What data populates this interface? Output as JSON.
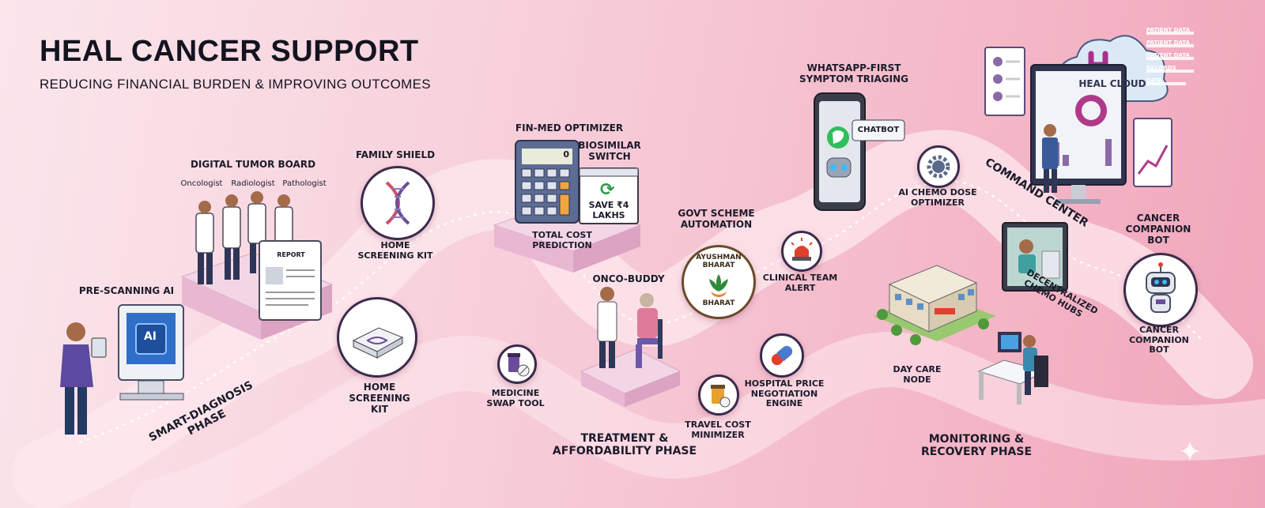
{
  "header": {
    "title": "HEAL CANCER SUPPORT",
    "subtitle": "REDUCING FINANCIAL BURDEN & IMPROVING OUTCOMES"
  },
  "phases": {
    "diagnosis": "SMART-DIAGNOSIS PHASE",
    "treatment": "TREATMENT & AFFORDABILITY PHASE",
    "monitoring": "MONITORING & RECOVERY PHASE"
  },
  "nodes": {
    "pre_scanning": "PRE-SCANNING AI",
    "monitor_ai": "AI",
    "tumor_board": "DIGITAL TUMOR BOARD",
    "roles": [
      "Oncologist",
      "Radiologist",
      "Pathologist"
    ],
    "report_label": "REPORT",
    "family_shield": "FAMILY SHIELD",
    "home_kit_top": "HOME SCREENING KIT",
    "home_kit_bottom": "HOME SCREENING KIT",
    "fin_med": "FIN-MED OPTIMIZER",
    "calc_display": "0",
    "biosimilar": "BIOSIMILAR SWITCH",
    "save_amount": "SAVE ₹4 LAKHS",
    "total_cost": "TOTAL COST PREDICTION",
    "medicine_swap": "MEDICINE SWAP TOOL",
    "onco_buddy": "ONCO-BUDDY",
    "govt_scheme": "GOVT SCHEME AUTOMATION",
    "ayushman": "AYUSHMAN BHARAT",
    "ayushman_bottom": "BHARAT",
    "clinical_alert": "CLINICAL TEAM ALERT",
    "hospital_price": "HOSPITAL PRICE NEGOTIATION ENGINE",
    "travel_cost": "TRAVEL COST MINIMIZER",
    "whatsapp": "WHATSAPP-FIRST SYMPTOM TRIAGING",
    "chatbot": "CHATBOT",
    "ai_chemo": "AI CHEMO DOSE OPTIMIZER",
    "heal_cloud": "HEAL CLOUD",
    "command_center": "COMMAND CENTER",
    "decentralized": "DECENTRALIZED CHEMO HUBS",
    "day_care": "DAY CARE NODE",
    "companion_top": "CANCER COMPANION BOT",
    "companion_bottom": "CANCER COMPANION BOT",
    "cloud_side": [
      "PATIENT DATA",
      "PATIENT DATA",
      "PATIENT DATA",
      "RECORDS",
      "DATA"
    ]
  },
  "colors": {
    "bg_light": "#fbe6ec",
    "bg_dark": "#f0a6ba",
    "path": "#fde3ea",
    "accent_purple": "#6b4c9a",
    "accent_red": "#e0402c",
    "ink": "#1b1b2a"
  }
}
